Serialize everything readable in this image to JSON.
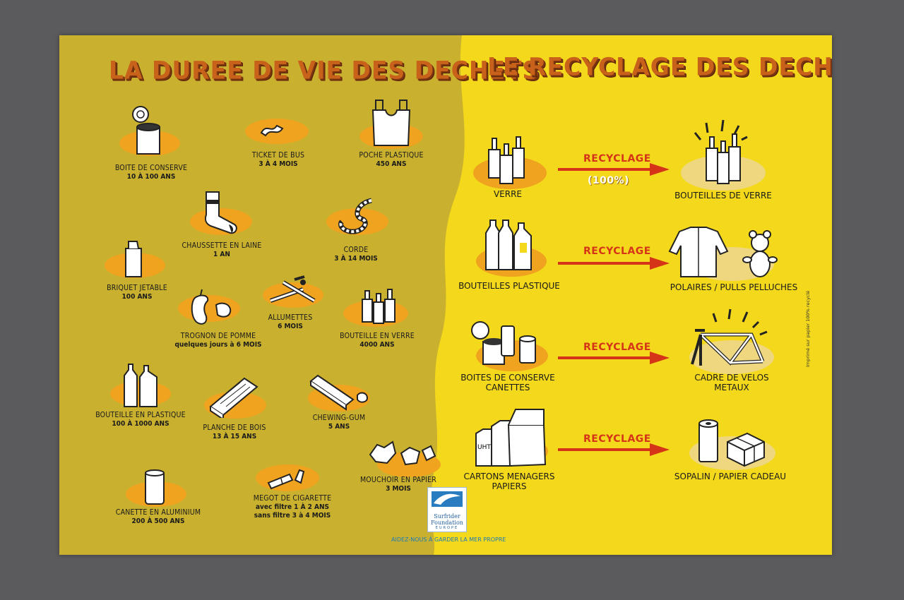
{
  "left_title": "LA DUREE DE VIE DES DECHETS",
  "right_title": "LE RECYCLAGE DES DECHETS",
  "lifetimes": [
    {
      "name": "BOITE DE CONSERVE",
      "duration": "10 À 100 ANS",
      "icon": "tin-can-icon"
    },
    {
      "name": "TICKET DE BUS",
      "duration": "3 À 4 MOIS",
      "icon": "bus-ticket-icon"
    },
    {
      "name": "POCHE PLASTIQUE",
      "duration": "450 ANS",
      "icon": "plastic-bag-icon"
    },
    {
      "name": "CHAUSSETTE EN LAINE",
      "duration": "1 AN",
      "icon": "sock-icon"
    },
    {
      "name": "CORDE",
      "duration": "3 À 14 MOIS",
      "icon": "rope-icon"
    },
    {
      "name": "BRIQUET JETABLE",
      "duration": "100 ANS",
      "icon": "lighter-icon"
    },
    {
      "name": "ALLUMETTES",
      "duration": "6 MOIS",
      "icon": "matches-icon"
    },
    {
      "name": "TROGNON DE POMME",
      "duration": "quelques jours à 6 MOIS",
      "icon": "apple-core-icon"
    },
    {
      "name": "BOUTEILLE EN VERRE",
      "duration": "4000 ANS",
      "icon": "glass-bottle-icon"
    },
    {
      "name": "BOUTEILLE EN PLASTIQUE",
      "duration": "100 À 1000 ANS",
      "icon": "plastic-bottle-icon"
    },
    {
      "name": "PLANCHE DE BOIS",
      "duration": "13 À 15 ANS",
      "icon": "wood-plank-icon"
    },
    {
      "name": "CHEWING-GUM",
      "duration": "5 ANS",
      "icon": "chewing-gum-icon"
    },
    {
      "name": "MOUCHOIR EN PAPIER",
      "duration": "3 MOIS",
      "icon": "tissue-icon"
    },
    {
      "name": "CANETTE EN ALUMINIUM",
      "duration": "200 À 500 ANS",
      "icon": "aluminium-can-icon"
    },
    {
      "name": "MEGOT DE CIGARETTE",
      "duration": "avec filtre 1 À 2 ANS",
      "duration2": "sans filtre 3 à 4 MOIS",
      "icon": "cigarette-butt-icon"
    }
  ],
  "recycling": [
    {
      "source": "VERRE",
      "arrow_label": "RECYCLAGE",
      "percent": "(100%)",
      "result": "BOUTEILLES DE VERRE"
    },
    {
      "source": "BOUTEILLES PLASTIQUE",
      "arrow_label": "RECYCLAGE",
      "result": "POLAIRES / PULLS  PELLUCHES"
    },
    {
      "source": "BOITES DE CONSERVE",
      "source2": "CANETTES",
      "arrow_label": "RECYCLAGE",
      "result": "CADRE DE VELOS",
      "result2": "METAUX"
    },
    {
      "source": "CARTONS MENAGERS",
      "source2": "PAPIERS",
      "arrow_label": "RECYCLAGE",
      "result": "SOPALIN / PAPIER CADEAU"
    }
  ],
  "logo": {
    "line1": "Surfrider",
    "line2": "Foundation",
    "line3": "EUROPE"
  },
  "footer": "AIDEZ-NOUS À GARDER LA MER PROPRE",
  "side_note": "Imprimé sur papier 100% recyclé",
  "colors": {
    "left_bg": "#c9b12f",
    "right_bg": "#f3d81b",
    "blob": "#efa31f",
    "title": "#c8611a",
    "arrow": "#d63418"
  }
}
